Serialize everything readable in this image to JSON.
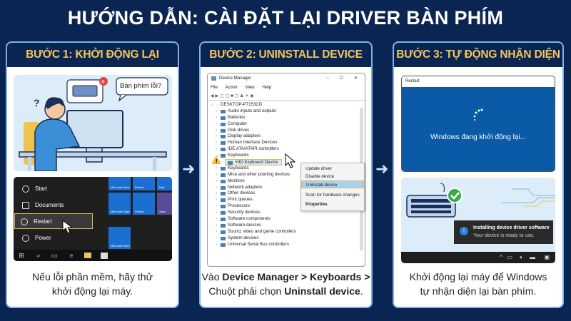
{
  "title": "HƯỚNG DẪN: CÀI ĐẶT LẠI DRIVER BÀN PHÍM",
  "colors": {
    "background": "#0b2552",
    "step_title": "#f2c75c",
    "panel_border": "#7fb1e6",
    "highlight": "#d9b95a"
  },
  "steps": [
    {
      "heading": "BƯỚC 1: KHỞI ĐỘNG LẠI",
      "speech_bubble": "Bàn phím lỗi?",
      "start_menu": {
        "items": [
          "Start",
          "Documents",
          "Restart",
          "Power"
        ],
        "tiles": [
          "Microsoft Store",
          "Photos",
          "Mail",
          "Microsoft Edge",
          "Photos",
          "Xbox",
          "Microsoft Store"
        ]
      },
      "caption_line1": "Nếu lỗi phần mềm, hãy thử",
      "caption_line2": "khởi động lại máy."
    },
    {
      "heading": "BƯỚC 2: UNINSTALL DEVICE",
      "device_manager": {
        "window_title": "Device Manager",
        "menu": [
          "File",
          "Action",
          "View",
          "Help"
        ],
        "computer": "DESKTOP-P7153CD",
        "tree": [
          "Audio inputs and outputs",
          "Batteries",
          "Computer",
          "Disk drives",
          "Display adapters",
          "Human Interface Devices",
          "IDE ATA/ATAPI controllers",
          "Keyboards",
          "HID Keyboard Device",
          "Keyboards",
          "Mice and other pointing devices",
          "Monitors",
          "Network adapters",
          "Other devices",
          "Print queues",
          "Processors",
          "Security devices",
          "Software components",
          "Software devices",
          "Sound, video and game controllers",
          "System devices",
          "Universal Serial Bus controllers"
        ],
        "context_menu": [
          "Update driver",
          "Disable device",
          "Uninstall device",
          "Scan for hardware changes",
          "Properties"
        ]
      },
      "caption_pre": "Vào ",
      "caption_b1": "Device Manager > Keyboards >",
      "caption_mid": "Chuột phải chọn ",
      "caption_b2": "Uninstall device",
      "caption_end": "."
    },
    {
      "heading": "BƯỚC 3: TỰ ĐỘNG NHẬN DIỆN",
      "restart_window_title": "Restart",
      "restart_message": "Windows đang khởi động lại...",
      "toast_title": "Installing device driver software",
      "toast_message": "Your device is ready to use.",
      "caption_line1": "Khởi động lại máy để Windows",
      "caption_line2": "tự nhận diện lại bàn phím."
    }
  ]
}
